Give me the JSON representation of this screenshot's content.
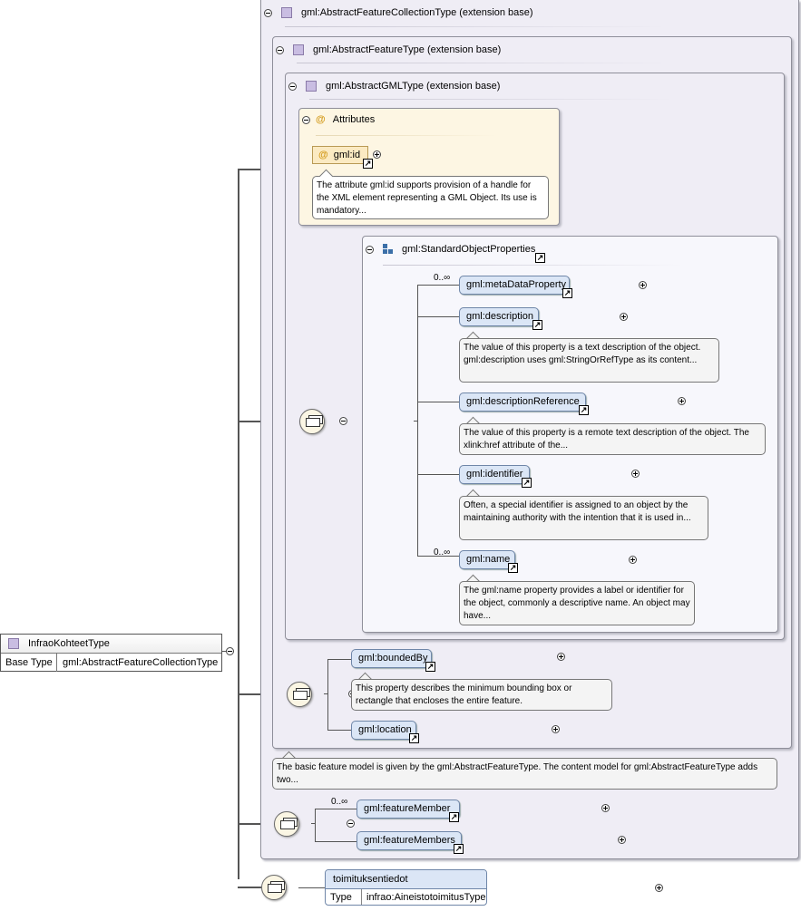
{
  "root": {
    "name": "InfraoKohteetType",
    "base_type_label": "Base Type",
    "base_type_value": "gml:AbstractFeatureCollectionType"
  },
  "ext1": {
    "label": "gml:AbstractFeatureCollectionType (extension base)"
  },
  "ext2": {
    "label": "gml:AbstractFeatureType (extension base)"
  },
  "ext3": {
    "label": "gml:AbstractGMLType (extension base)"
  },
  "attributes": {
    "label": "Attributes",
    "id_label": "gml:id",
    "id_doc": "The attribute gml:id supports provision of a handle for the XML element representing a GML Object. Its use is mandatory..."
  },
  "group": {
    "label": "gml:StandardObjectProperties"
  },
  "elements": {
    "metaDataProperty": {
      "label": "gml:metaDataProperty",
      "card": "0..∞"
    },
    "description": {
      "label": "gml:description",
      "doc": "The value of this property is a text description of the object. gml:description uses gml:StringOrRefType as its content..."
    },
    "descriptionReference": {
      "label": "gml:descriptionReference",
      "doc": "The value of this property is a remote text description of the object. The xlink:href attribute of the..."
    },
    "identifier": {
      "label": "gml:identifier",
      "doc": "Often, a special identifier is assigned to an object by the maintaining authority with the intention that it is used in..."
    },
    "name": {
      "label": "gml:name",
      "card": "0..∞",
      "doc": "The gml:name property provides a label or identifier for the object, commonly a descriptive name. An object may have..."
    },
    "boundedBy": {
      "label": "gml:boundedBy",
      "doc": "This property describes the minimum bounding box or rectangle that encloses the entire feature."
    },
    "location": {
      "label": "gml:location"
    },
    "featureMember": {
      "label": "gml:featureMember",
      "card": "0..∞"
    },
    "featureMembers": {
      "label": "gml:featureMembers"
    },
    "toimitus": {
      "label": "toimituksentiedot",
      "type_label": "Type",
      "type_value": "infrao:AineistotoimitusType"
    }
  },
  "feature_doc": "The basic feature model is given by the gml:AbstractFeatureType. The content model for gml:AbstractFeatureType adds two..."
}
